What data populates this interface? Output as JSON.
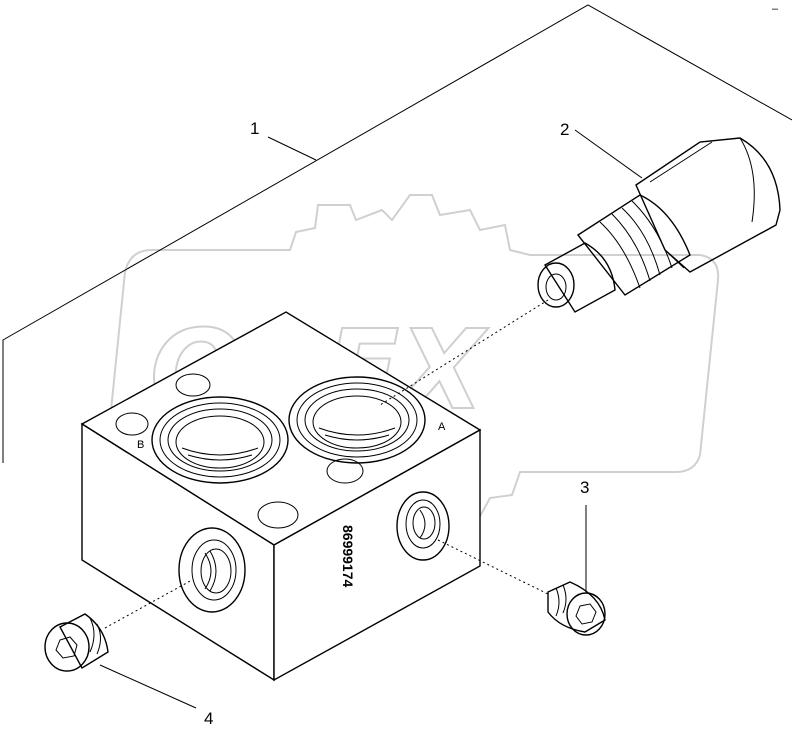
{
  "diagram": {
    "callouts": [
      {
        "id": "1",
        "label": "1"
      },
      {
        "id": "2",
        "label": "2"
      },
      {
        "id": "3",
        "label": "3"
      },
      {
        "id": "4",
        "label": "4"
      }
    ],
    "ports": {
      "a_label": "A",
      "b_label": "B"
    },
    "part_number": "86999174",
    "watermark": "OPEX",
    "corner_mark": "–"
  }
}
